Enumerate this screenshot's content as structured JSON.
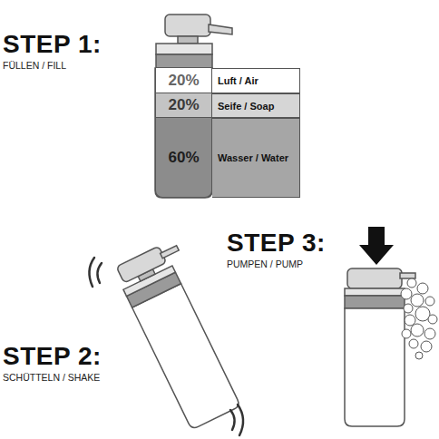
{
  "diagram": {
    "nodes": [
      {
        "text": [
          "20%",
          "Luft / Air"
        ]
      },
      {
        "text": [
          "20%",
          "Seife / Soap"
        ]
      },
      {
        "text": [
          "60%",
          "Wasser / Water"
        ]
      }
    ],
    "labels": [
      "STEP 1:",
      "FÜLLEN / FILL",
      "STEP 2:",
      "SCHÜTTELN / SHAKE",
      "STEP 3:",
      "PUMPEN / PUMP"
    ]
  }
}
